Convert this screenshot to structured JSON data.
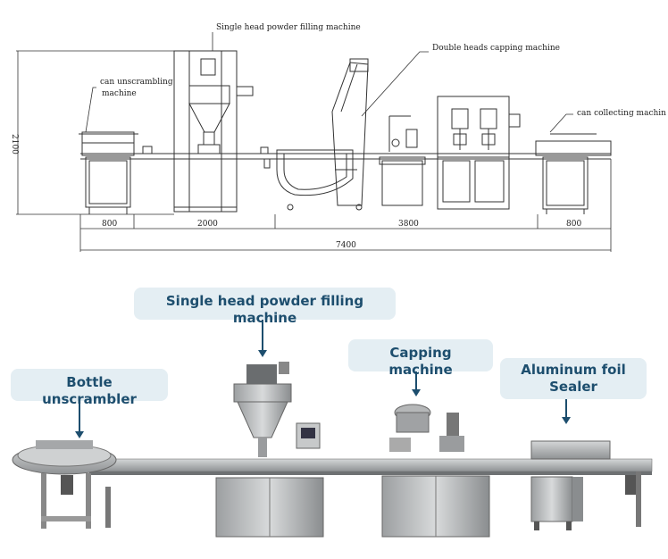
{
  "drawing": {
    "label_filling": "Single head powder filling machine",
    "label_unscrambling_1": "can unscrambling",
    "label_unscrambling_2": "machine",
    "label_capping": "Double heads capping machine",
    "label_collecting": "can collecting machin",
    "height_dim": "2100",
    "dim_1": "800",
    "dim_2": "2000",
    "dim_3": "3800",
    "dim_4": "800",
    "total_dim": "7400"
  },
  "photo": {
    "callout_filling": "Single head powder filling machine",
    "callout_unscrambler": "Bottle unscrambler",
    "callout_capping": "Capping machine",
    "callout_sealer_1": "Aluminum foil",
    "callout_sealer_2": "Sealer"
  },
  "colors": {
    "callout_bg": "#e4eef3",
    "callout_text": "#1d4e6e",
    "steel": "#a9abac"
  }
}
